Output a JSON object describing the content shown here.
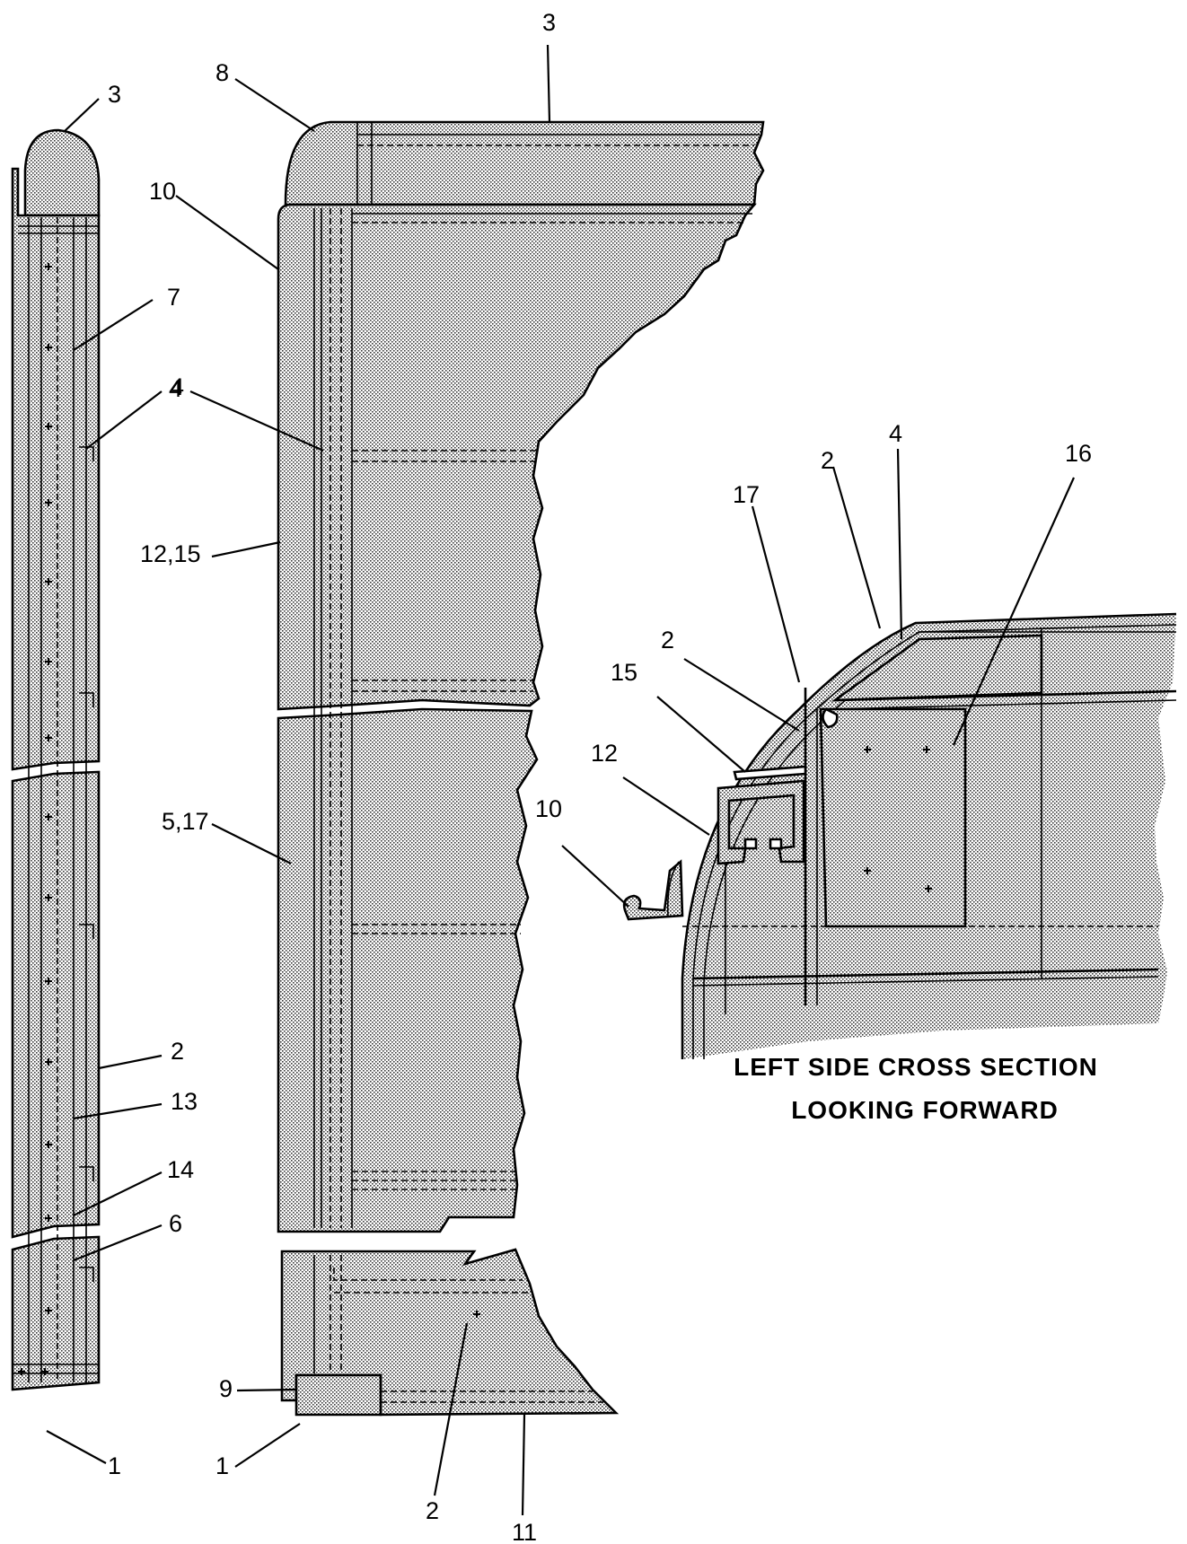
{
  "labels": {
    "strip_top": "3",
    "strip_7": "7",
    "strip_4": "4",
    "strip_2": "2",
    "strip_13": "13",
    "strip_14": "14",
    "strip_6": "6",
    "strip_1": "1",
    "panel_top_3": "3",
    "panel_8": "8",
    "panel_10": "10",
    "panel_4": "4",
    "panel_12_15": "12,15",
    "panel_5_17": "5,17",
    "panel_9": "9",
    "panel_1": "1",
    "panel_2": "2",
    "panel_11": "11",
    "section_4": "4",
    "section_16": "16",
    "section_2_top": "2",
    "section_17": "17",
    "section_2_mid": "2",
    "section_15": "15",
    "section_12": "12",
    "section_10": "10"
  },
  "caption": {
    "line1": "LEFT SIDE CROSS SECTION",
    "line2": "LOOKING FORWARD"
  }
}
